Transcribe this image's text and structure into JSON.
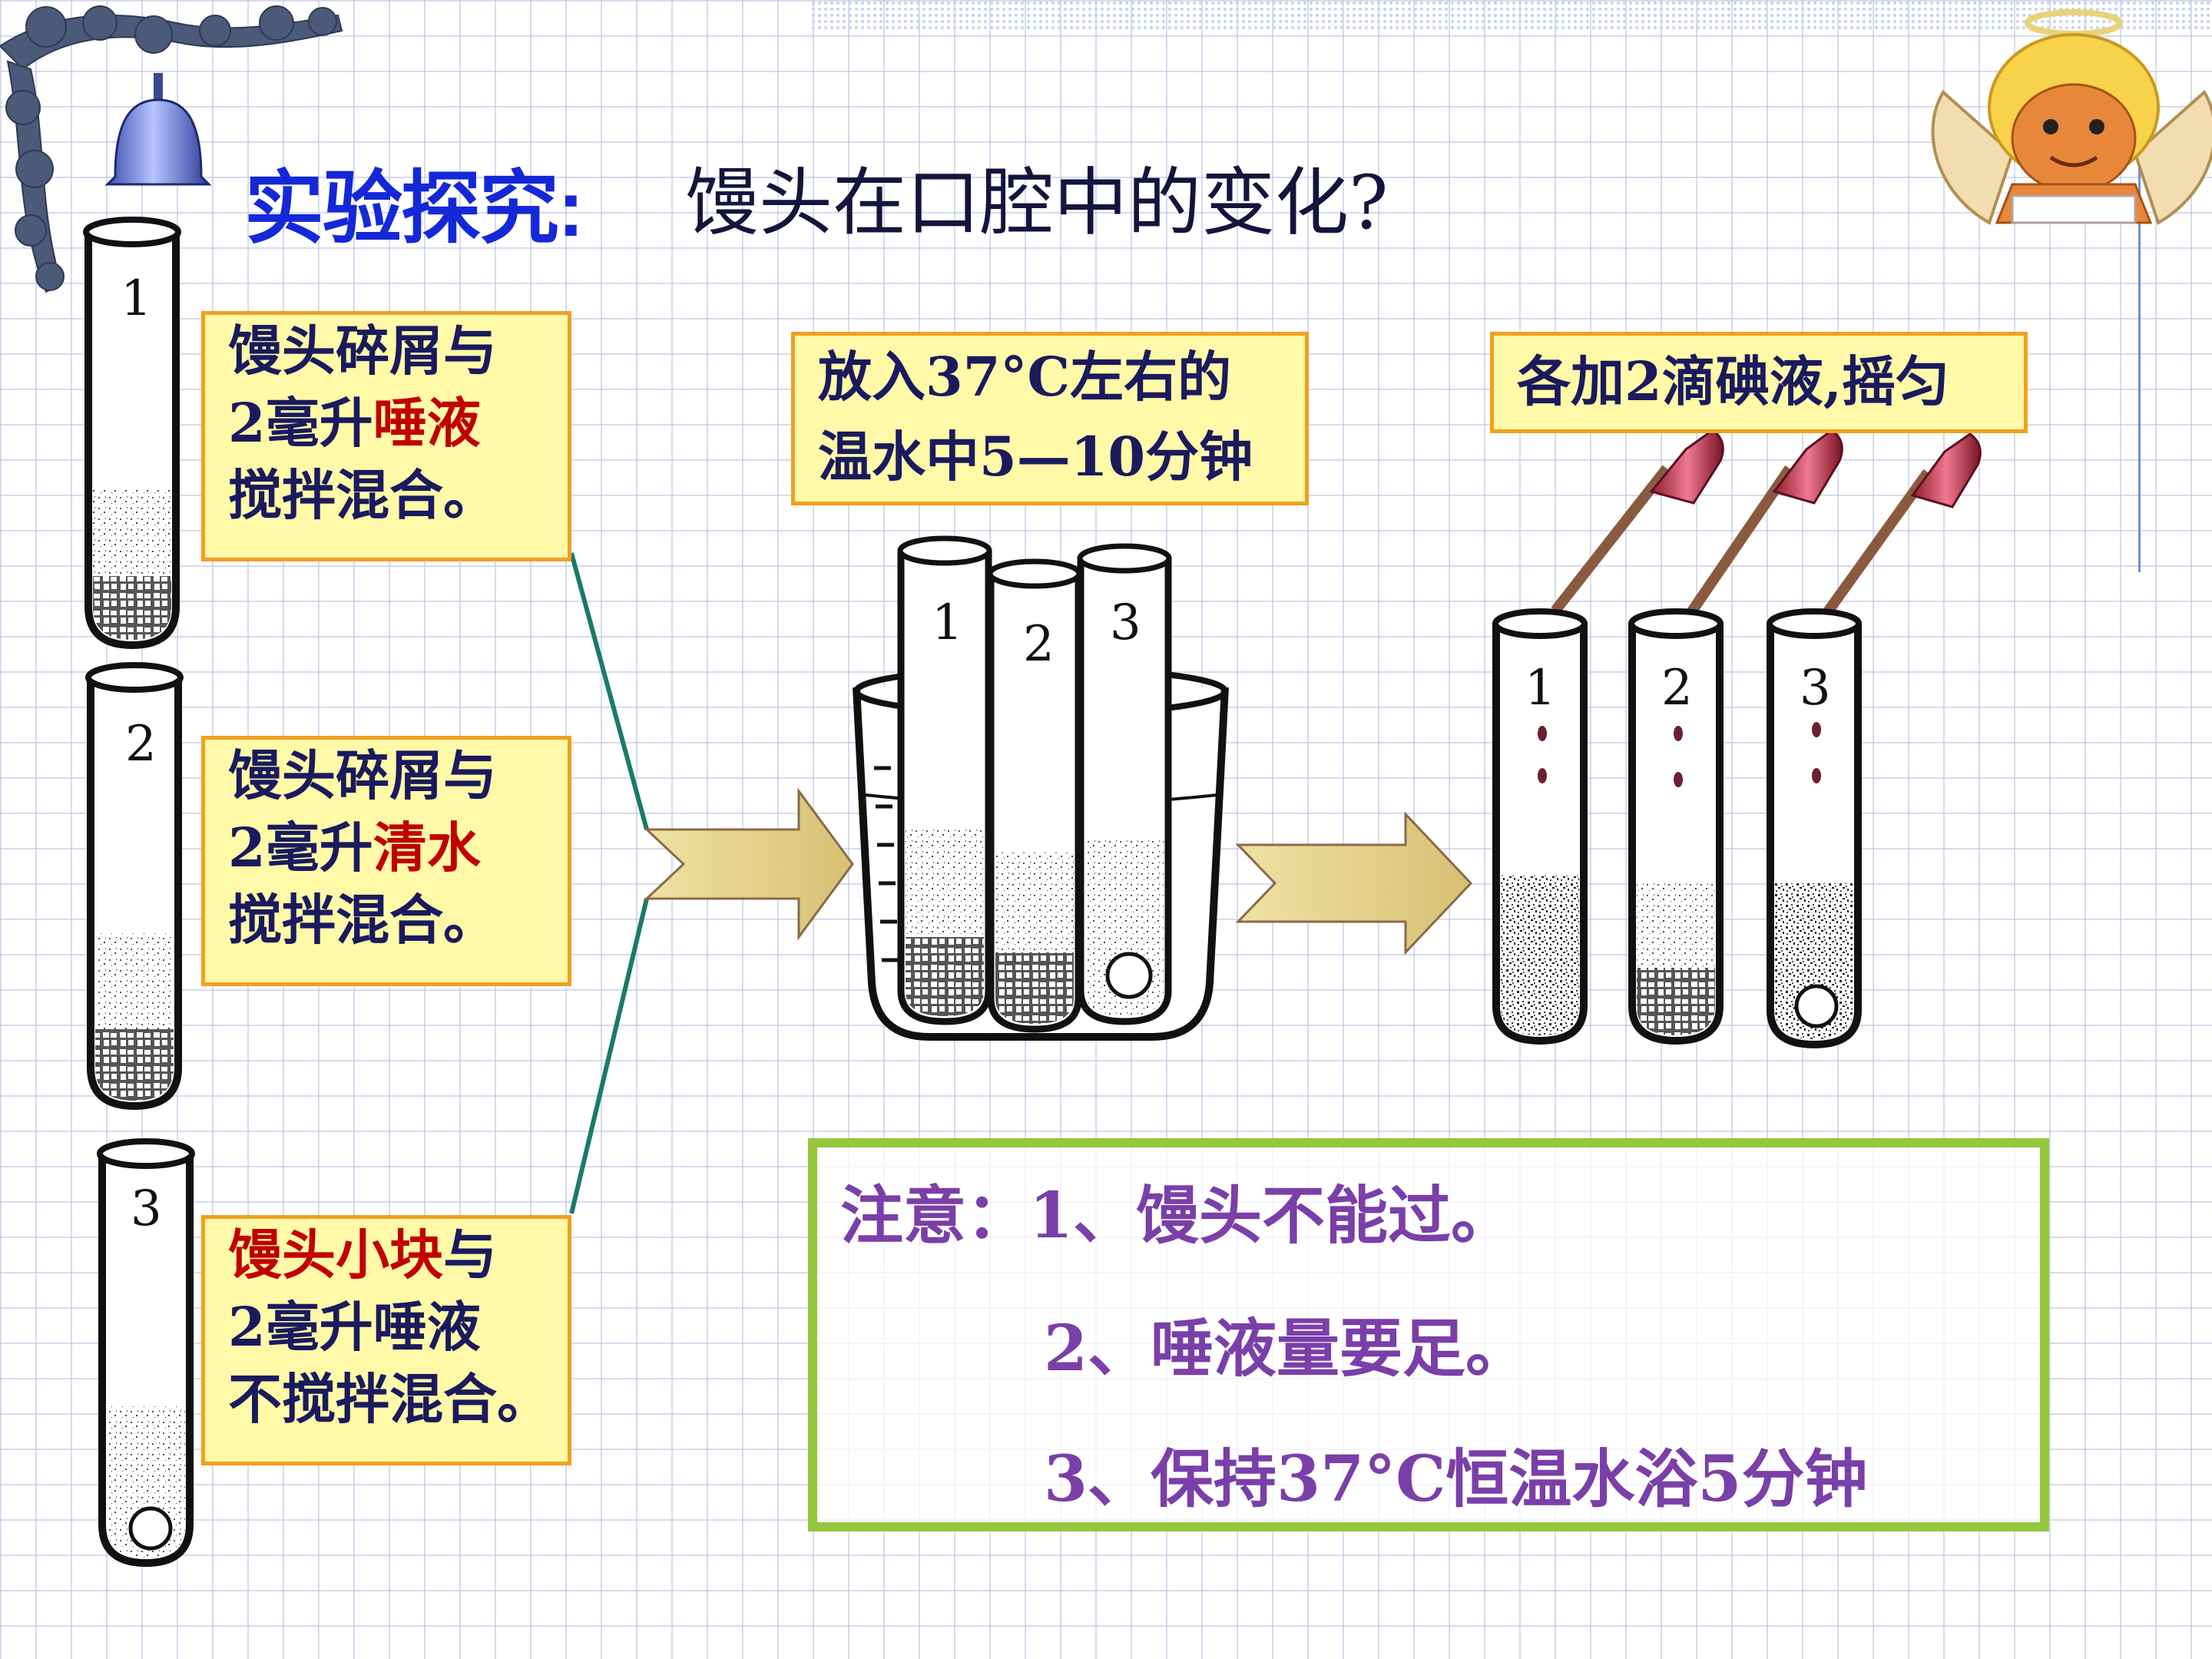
{
  "title": {
    "prefix": "实验探究:",
    "question": "馒头在口腔中的变化?"
  },
  "tubes": {
    "left": [
      "1",
      "2",
      "3"
    ],
    "beaker": [
      "1",
      "2",
      "3"
    ],
    "right": [
      "1",
      "2",
      "3"
    ]
  },
  "steps": [
    {
      "line1": "馒头碎屑与",
      "line2_num": "2毫升",
      "line2_hl": "唾液",
      "line3": "搅拌混合。"
    },
    {
      "line1": "馒头碎屑与",
      "line2_num": "2毫升",
      "line2_hl": "清水",
      "line3": "搅拌混合。"
    },
    {
      "line1_hl": "馒头小块",
      "line1_rest": "与",
      "line2": "2毫升唾液",
      "line3": "不搅拌混合。"
    }
  ],
  "incubate": {
    "line1": "放入37°C左右的",
    "line2": "温水中5—10分钟"
  },
  "iodine": {
    "label": "各加2滴碘液,摇匀"
  },
  "notes": {
    "n1": "注意：1、馒头不能过。",
    "n2": "2、唾液量要足。",
    "n3": "3、保持37°C恒温水浴5分钟"
  },
  "colors": {
    "title": "#1428d8",
    "highlight": "#c00000",
    "note_text": "#7a3fa8",
    "note_border": "#94c83c",
    "box_fill": "#fff9a8",
    "box_border": "#f0a020"
  }
}
